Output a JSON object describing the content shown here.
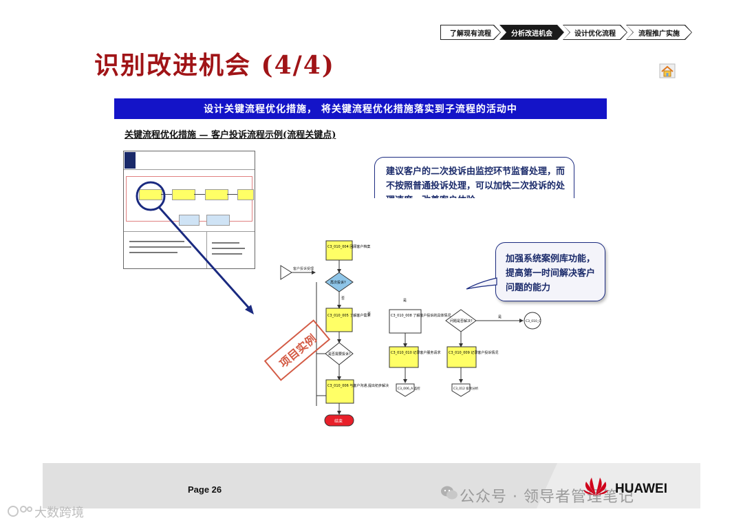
{
  "breadcrumb": [
    {
      "label": "了解现有流程",
      "active": false
    },
    {
      "label": "分析改进机会",
      "active": true
    },
    {
      "label": "设计优化流程",
      "active": false
    },
    {
      "label": "流程推广实施",
      "active": false
    }
  ],
  "title": "识别改进机会 (4/4)",
  "banner": "设计关键流程优化措施， 将关键流程优化措施落实到子流程的活动中",
  "subtitle": "关键流程优化措施 — 客户投诉流程示例(流程关键点)",
  "callout_top": "建议客户的二次投诉由监控环节监督处理，而不按照普通投诉处理，可以加快二次投诉的处理速度，改善客户体验",
  "callout_right": "加强系统案例库功能，提高第一时间解决客户问题的能力",
  "stamp": "项目实例",
  "flow": {
    "start_label": "客户投诉受理",
    "box1": "C3_010_004 回顾客户档案",
    "box2": "C3_010_005 了解客户需求",
    "box3": "C3_010_006 与客户沟通,提出初步解决",
    "box4": "C3_010_008 了解客户投诉的具体情况",
    "box5": "C3_010_010 记录客户服务请求",
    "box6": "C3_010_009 记录客户投诉情况",
    "diamond1": "再次投诉?",
    "diamond2": "是否需要投诉?",
    "diamond3": "问题是否解决?",
    "end_label": "结束",
    "off_page1": "C3_006_A 监控",
    "off_page2": "C3_012 投诉分析",
    "connector": "C3_010_C",
    "yes": "是",
    "no": "否"
  },
  "footer": {
    "page": "Page 26",
    "watermark_main": "公众号 · 领导者管理笔记",
    "brand": "HUAWEI",
    "watermark_corner": "大数跨境"
  },
  "colors": {
    "title": "#a01417",
    "banner": "#1414c8",
    "callout_border": "#1a2a80",
    "flow_yellow": "#ffff66",
    "flow_diamond": "#8ec5e8",
    "end_red": "#e8202a"
  }
}
